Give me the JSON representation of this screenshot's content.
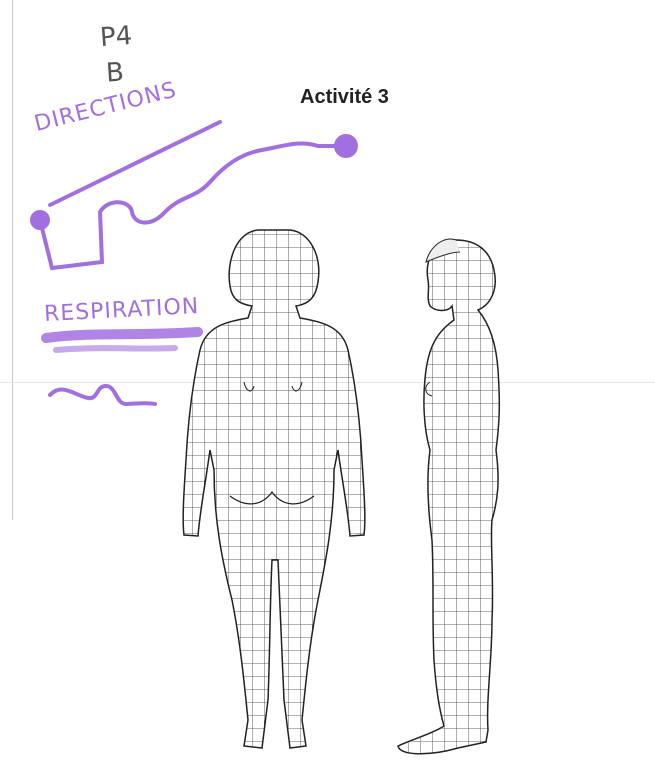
{
  "header": {
    "handwritten_code_1": "P4",
    "handwritten_code_2": "B",
    "title": "Activité 3"
  },
  "annotations": {
    "directions_label": "DIRECTIONS",
    "respiration_label": "RESPIRATION",
    "ink_color": "#a26fe0"
  },
  "figures": {
    "back_view": "body-back-grid",
    "side_view": "body-side-grid"
  }
}
